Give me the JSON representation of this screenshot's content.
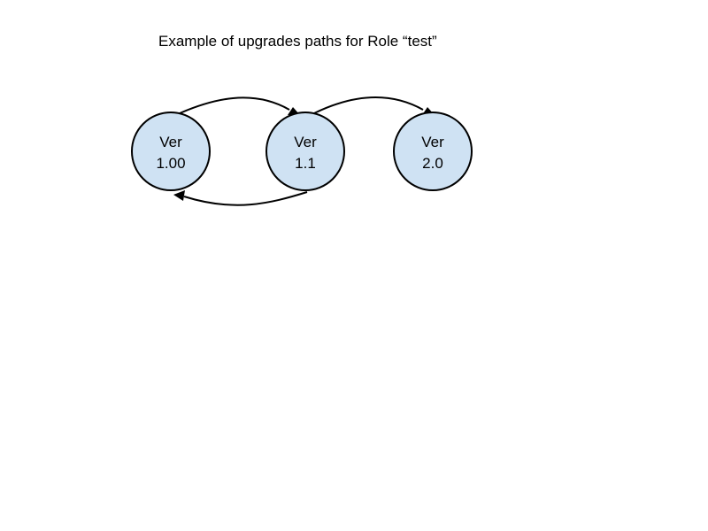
{
  "diagram": {
    "title": "Example of upgrades paths for Role “test”",
    "node_fill": "#cfe2f3",
    "node_stroke": "#000000",
    "nodes": [
      {
        "id": "v100",
        "line1": "Ver",
        "line2": "1.00"
      },
      {
        "id": "v11",
        "line1": "Ver",
        "line2": "1.1"
      },
      {
        "id": "v20",
        "line1": "Ver",
        "line2": "2.0"
      }
    ],
    "edges": [
      {
        "from": "v100",
        "to": "v11"
      },
      {
        "from": "v11",
        "to": "v20"
      },
      {
        "from": "v11",
        "to": "v100"
      }
    ]
  }
}
